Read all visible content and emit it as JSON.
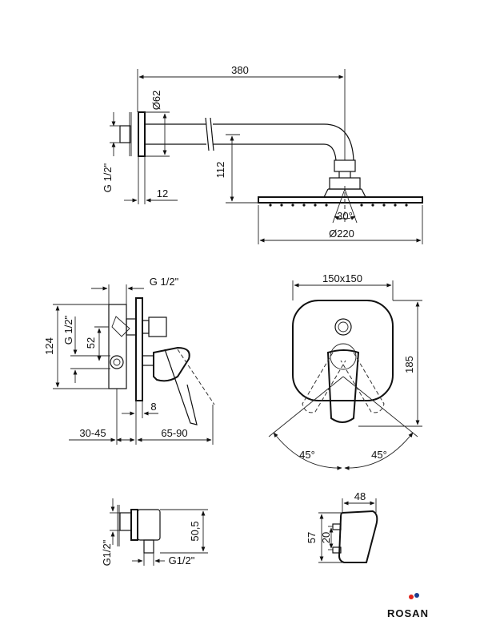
{
  "shower_arm": {
    "length": "380",
    "flange_diameter": "Ø62",
    "thread": "G 1/2\"",
    "flange_depth": "12",
    "drop": "112",
    "spray_angle": "30°",
    "head_diameter": "Ø220"
  },
  "mixer_side": {
    "thread_top": "G 1/2\"",
    "height": "124",
    "thread_side": "G 1/2\"",
    "offset": "52",
    "plate_gap": "8",
    "depth_range": "30-45",
    "projection_range": "65-90"
  },
  "mixer_front": {
    "plate_size": "150x150",
    "total_height": "185",
    "lever_angle_left": "45°",
    "lever_angle_right": "45°"
  },
  "elbow": {
    "height": "50,5",
    "thread_inlet": "G1/2\"",
    "thread_outlet": "G1/2\""
  },
  "lever": {
    "width": "48",
    "height": "57",
    "spacing": "20"
  },
  "brand": {
    "name": "ROSAN",
    "colors": {
      "text": "#1b3d8f",
      "dot_red": "#e2231a",
      "dot_blue": "#1b3d8f"
    }
  }
}
